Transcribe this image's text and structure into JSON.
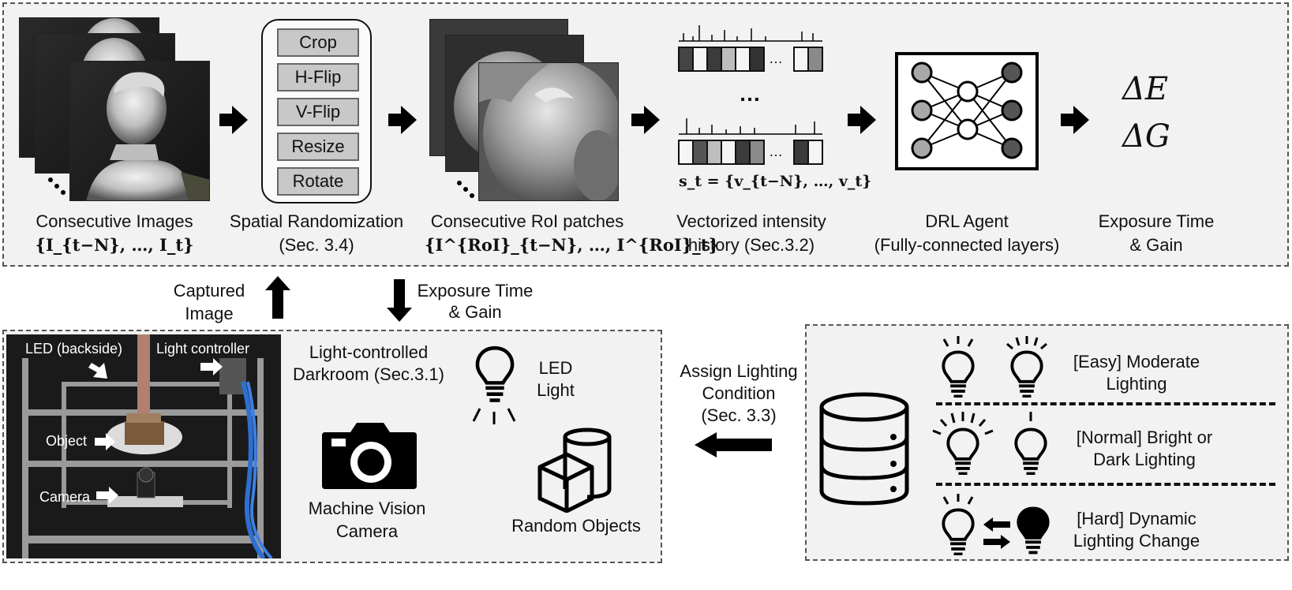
{
  "colors": {
    "panel_bg": "#f2f2f2",
    "border": "#555555",
    "aug_button_bg": "#c8c8c8",
    "arrow": "#000000",
    "photo_bg": "#1a1a1a"
  },
  "pipeline": {
    "consecutive_images": {
      "label": "Consecutive Images",
      "formula": "{I_{t−N}, …, I_t}"
    },
    "spatial_randomization": {
      "label": "Spatial Randomization",
      "section": "(Sec. 3.4)",
      "items": [
        "Crop",
        "H-Flip",
        "V-Flip",
        "Resize",
        "Rotate"
      ]
    },
    "roi_patches": {
      "label": "Consecutive RoI patches",
      "formula": "{I^{RoI}_{t−N}, …, I^{RoI}_t}"
    },
    "intensity_history": {
      "label_line1": "Vectorized intensity",
      "label_line2": "history (Sec.3.2)",
      "formula": "s_t = {v_{t−N}, …, v_t}",
      "ellipsis": "…",
      "vector_ellipsis": "…"
    },
    "drl_agent": {
      "label_line1": "DRL Agent",
      "label_line2": "(Fully-connected layers)"
    },
    "output": {
      "label_line1": "Exposure Time",
      "label_line2": "& Gain",
      "delta_e": "ΔE",
      "delta_g": "ΔG"
    }
  },
  "middle": {
    "captured_line1": "Captured",
    "captured_line2": "Image",
    "exposure_line1": "Exposure Time",
    "exposure_line2": "& Gain"
  },
  "darkroom": {
    "photo_labels": {
      "led_backside": "LED (backside)",
      "light_controller": "Light controller",
      "object": "Object",
      "camera": "Camera"
    },
    "title_line1": "Light-controlled",
    "title_line2": "Darkroom (Sec.3.1)",
    "led_light_line1": "LED",
    "led_light_line2": "Light",
    "camera_line1": "Machine Vision",
    "camera_line2": "Camera",
    "random_objects": "Random Objects"
  },
  "assign": {
    "line1": "Assign Lighting",
    "line2": "Condition",
    "line3": "(Sec. 3.3)"
  },
  "conditions": [
    {
      "line1": "[Easy] Moderate",
      "line2": "Lighting"
    },
    {
      "line1": "[Normal] Bright or",
      "line2": "Dark Lighting"
    },
    {
      "line1": "[Hard] Dynamic",
      "line2": "Lighting Change"
    }
  ]
}
